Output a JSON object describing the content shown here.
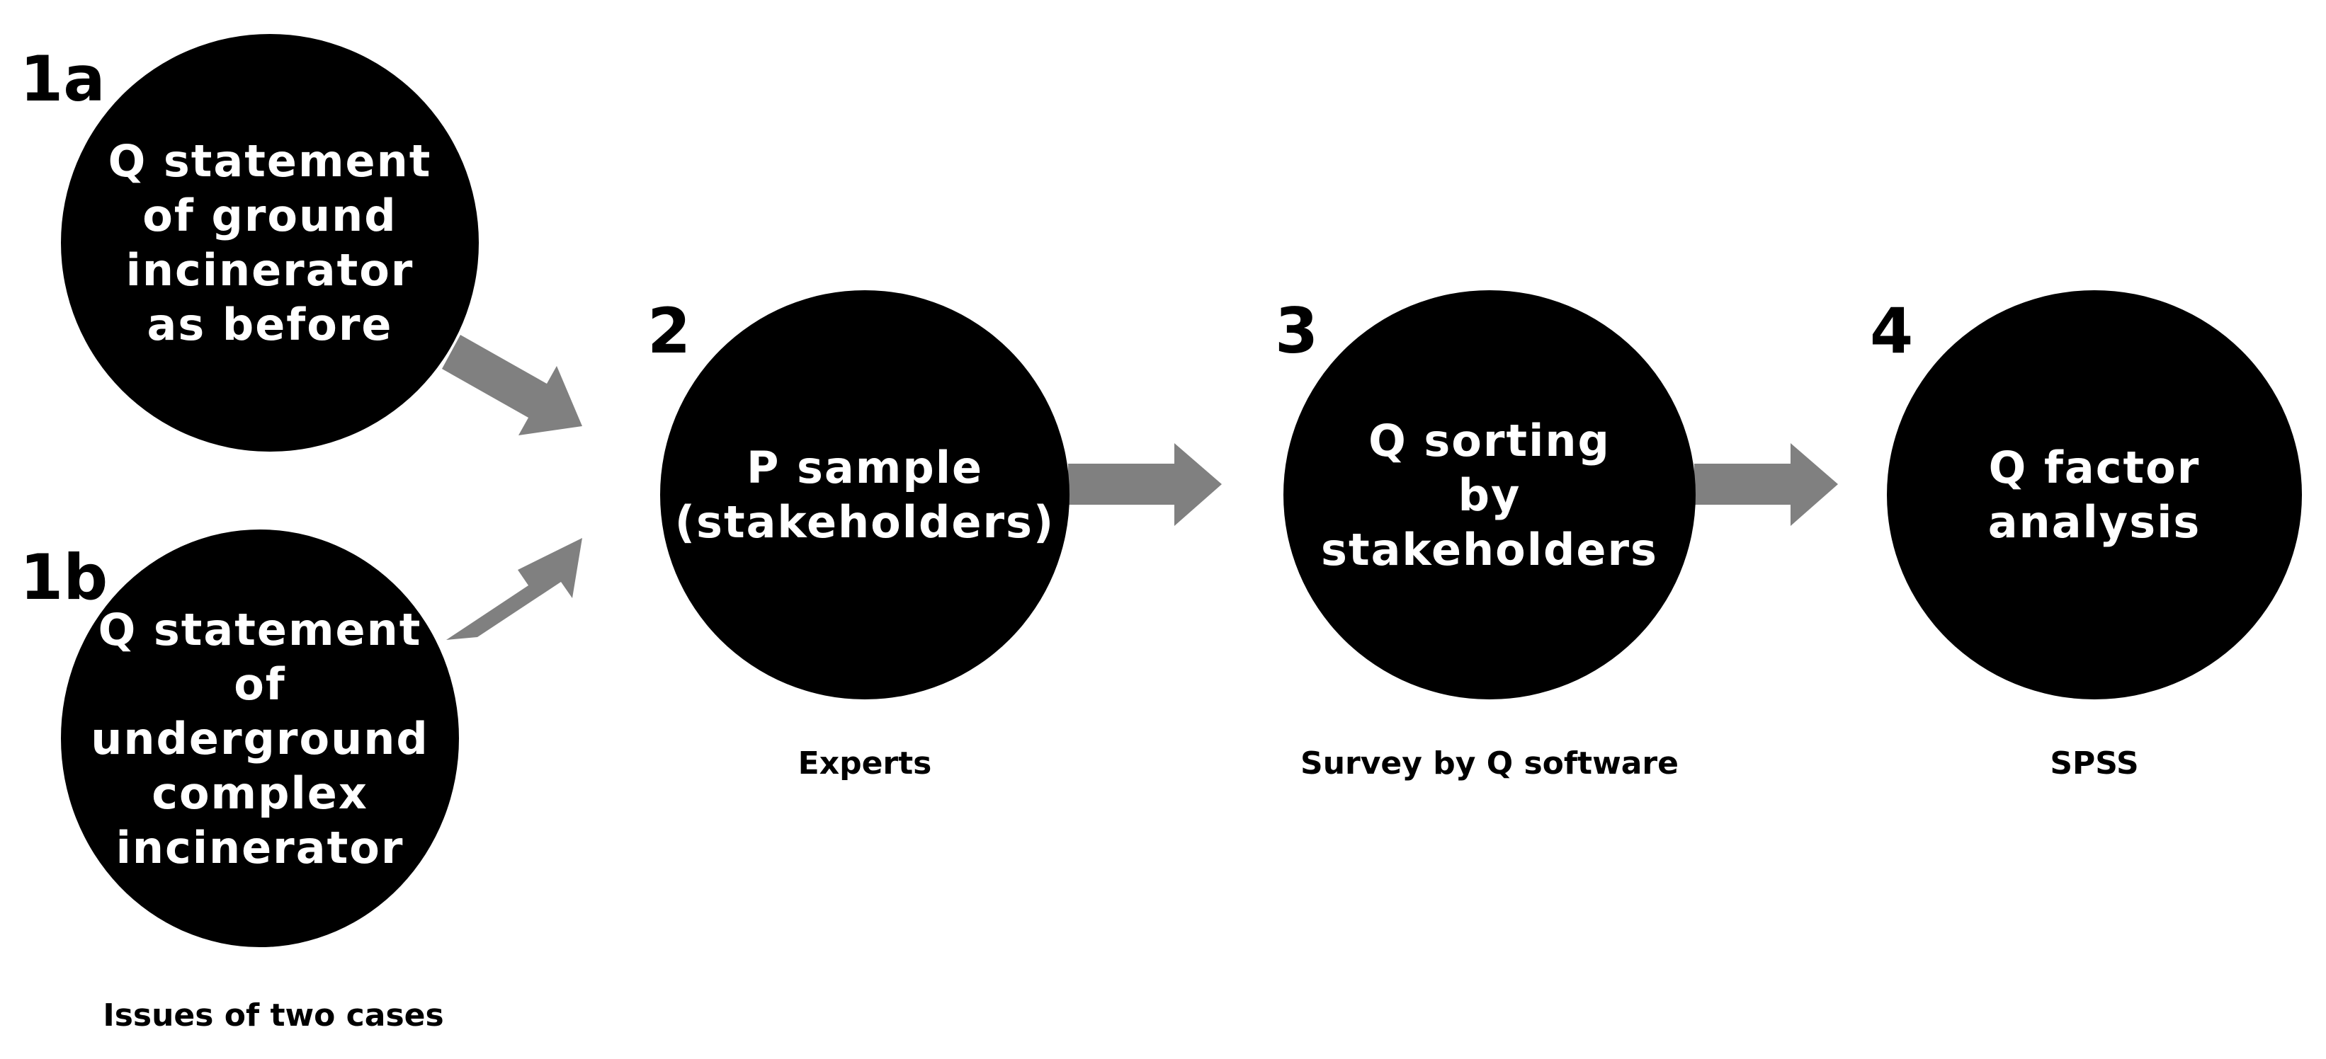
{
  "colors": {
    "circle_fill": "#000000",
    "circle_text": "#ffffff",
    "arrow_fill": "#808080"
  },
  "steps": {
    "s1a": {
      "number": "1a",
      "text": "Q statement\nof ground\nincinerator\nas before"
    },
    "s1b": {
      "number": "1b",
      "text": "Q statement\nof underground\ncomplex\nincinerator"
    },
    "s2": {
      "number": "2",
      "text": "P sample\n(stakeholders)"
    },
    "s3": {
      "number": "3",
      "text": "Q sorting\nby stakeholders"
    },
    "s4": {
      "number": "4",
      "text": "Q factor\nanalysis"
    }
  },
  "captions": {
    "c1": "Issues of two cases",
    "c2": "Experts",
    "c3": "Survey by Q software",
    "c4": "SPSS"
  }
}
